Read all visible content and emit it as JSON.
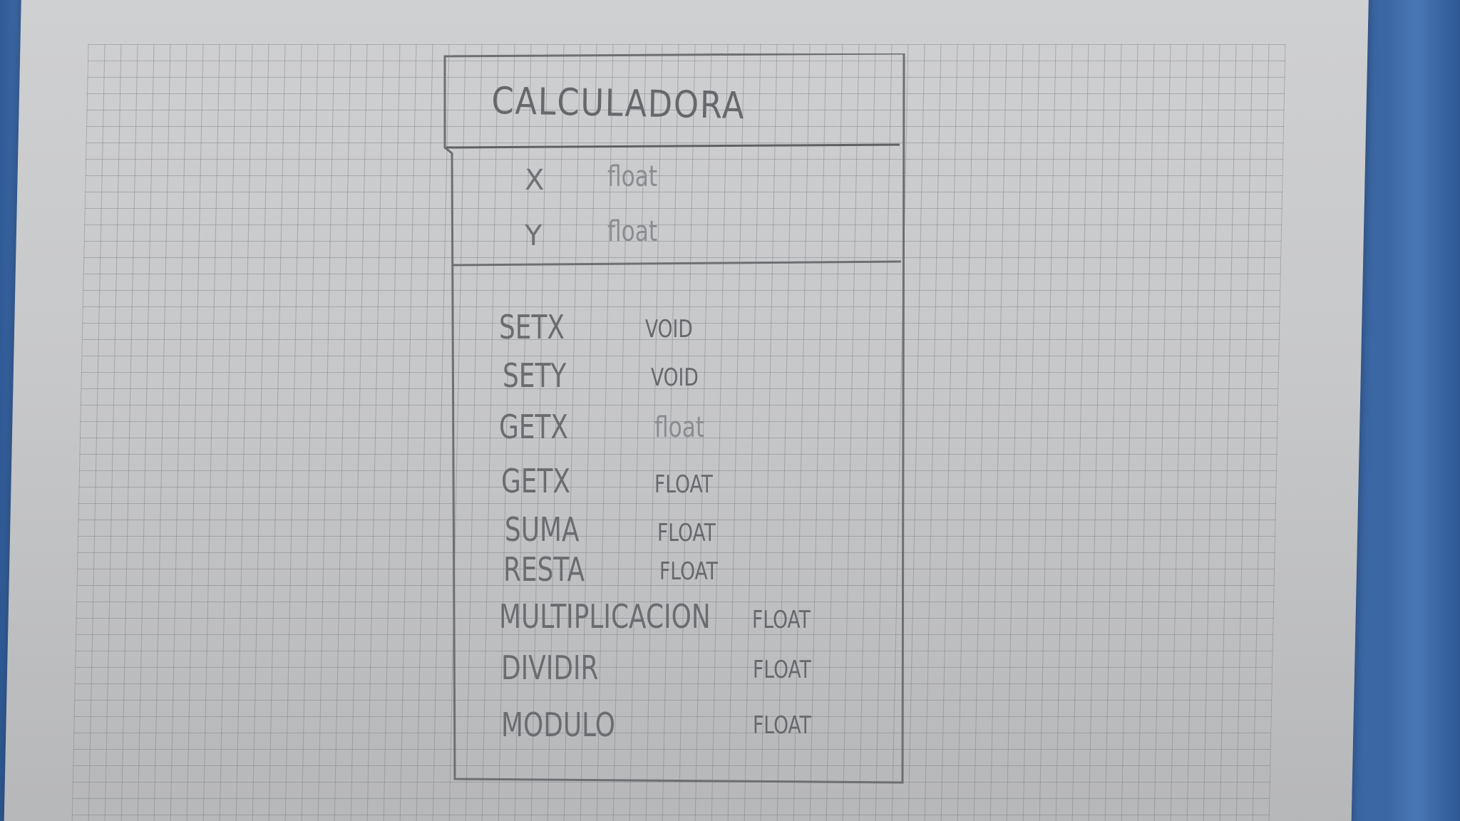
{
  "class_diagram": {
    "title": "CALCULADORA",
    "attributes": [
      {
        "name": "X",
        "type": "float"
      },
      {
        "name": "Y",
        "type": "float"
      }
    ],
    "methods": [
      {
        "name": "SETX",
        "type": "VOID"
      },
      {
        "name": "SETY",
        "type": "VOID"
      },
      {
        "name": "GETX",
        "type": "float"
      },
      {
        "name": "GETX",
        "type": "FLOAT"
      },
      {
        "name": "SUMA",
        "type": "FLOAT"
      },
      {
        "name": "RESTA",
        "type": "FLOAT"
      },
      {
        "name": "MULTIPLICACION",
        "type": "FLOAT"
      },
      {
        "name": "DIVIDIR",
        "type": "FLOAT"
      },
      {
        "name": "MODULO",
        "type": "FLOAT"
      }
    ]
  },
  "colors": {
    "background": "#3f6ca8",
    "paper": "#c9cacc",
    "grid": "#7a7c80",
    "pencil": "#5d5f63"
  }
}
